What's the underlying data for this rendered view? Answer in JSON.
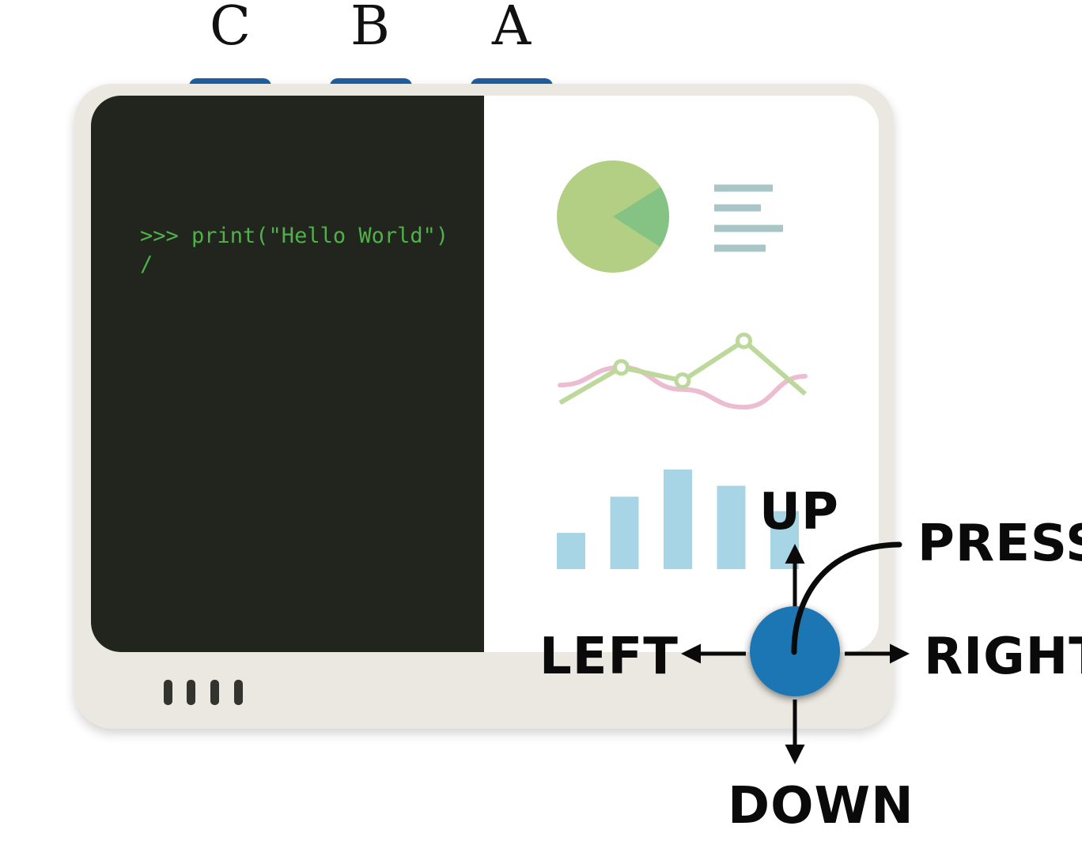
{
  "buttons": [
    {
      "label": "C"
    },
    {
      "label": "B"
    },
    {
      "label": "A"
    }
  ],
  "terminal": {
    "line1": ">>> print(\"Hello World\")",
    "line2": "/"
  },
  "joystick": {
    "up": "UP",
    "down": "DOWN",
    "left": "LEFT",
    "right": "RIGHT",
    "press": "PRESS"
  },
  "colors": {
    "device_body": "#ebe8e1",
    "terminal_bg": "#22251e",
    "terminal_text": "#4fb14a",
    "button_blue": "#1f5f9e",
    "joystick_blue": "#1f76b4",
    "pie_main": "#b3cf84",
    "pie_slice": "#84c383",
    "legend_lines": "#a8c6c5",
    "line_green": "#bcd89a",
    "line_pink": "#ecbcd0",
    "bars": "#a7d5e6"
  },
  "chart_data": [
    {
      "type": "pie",
      "values": [
        82,
        18
      ]
    },
    {
      "type": "line",
      "series": [
        {
          "values": [
            2.0,
            6.0,
            4.5,
            9.0,
            3.0
          ]
        },
        {
          "values": [
            4.0,
            6.0,
            3.5,
            1.5,
            5.0
          ]
        }
      ]
    },
    {
      "type": "bar",
      "values": [
        2,
        4,
        5.5,
        4.6,
        3.2
      ]
    }
  ]
}
